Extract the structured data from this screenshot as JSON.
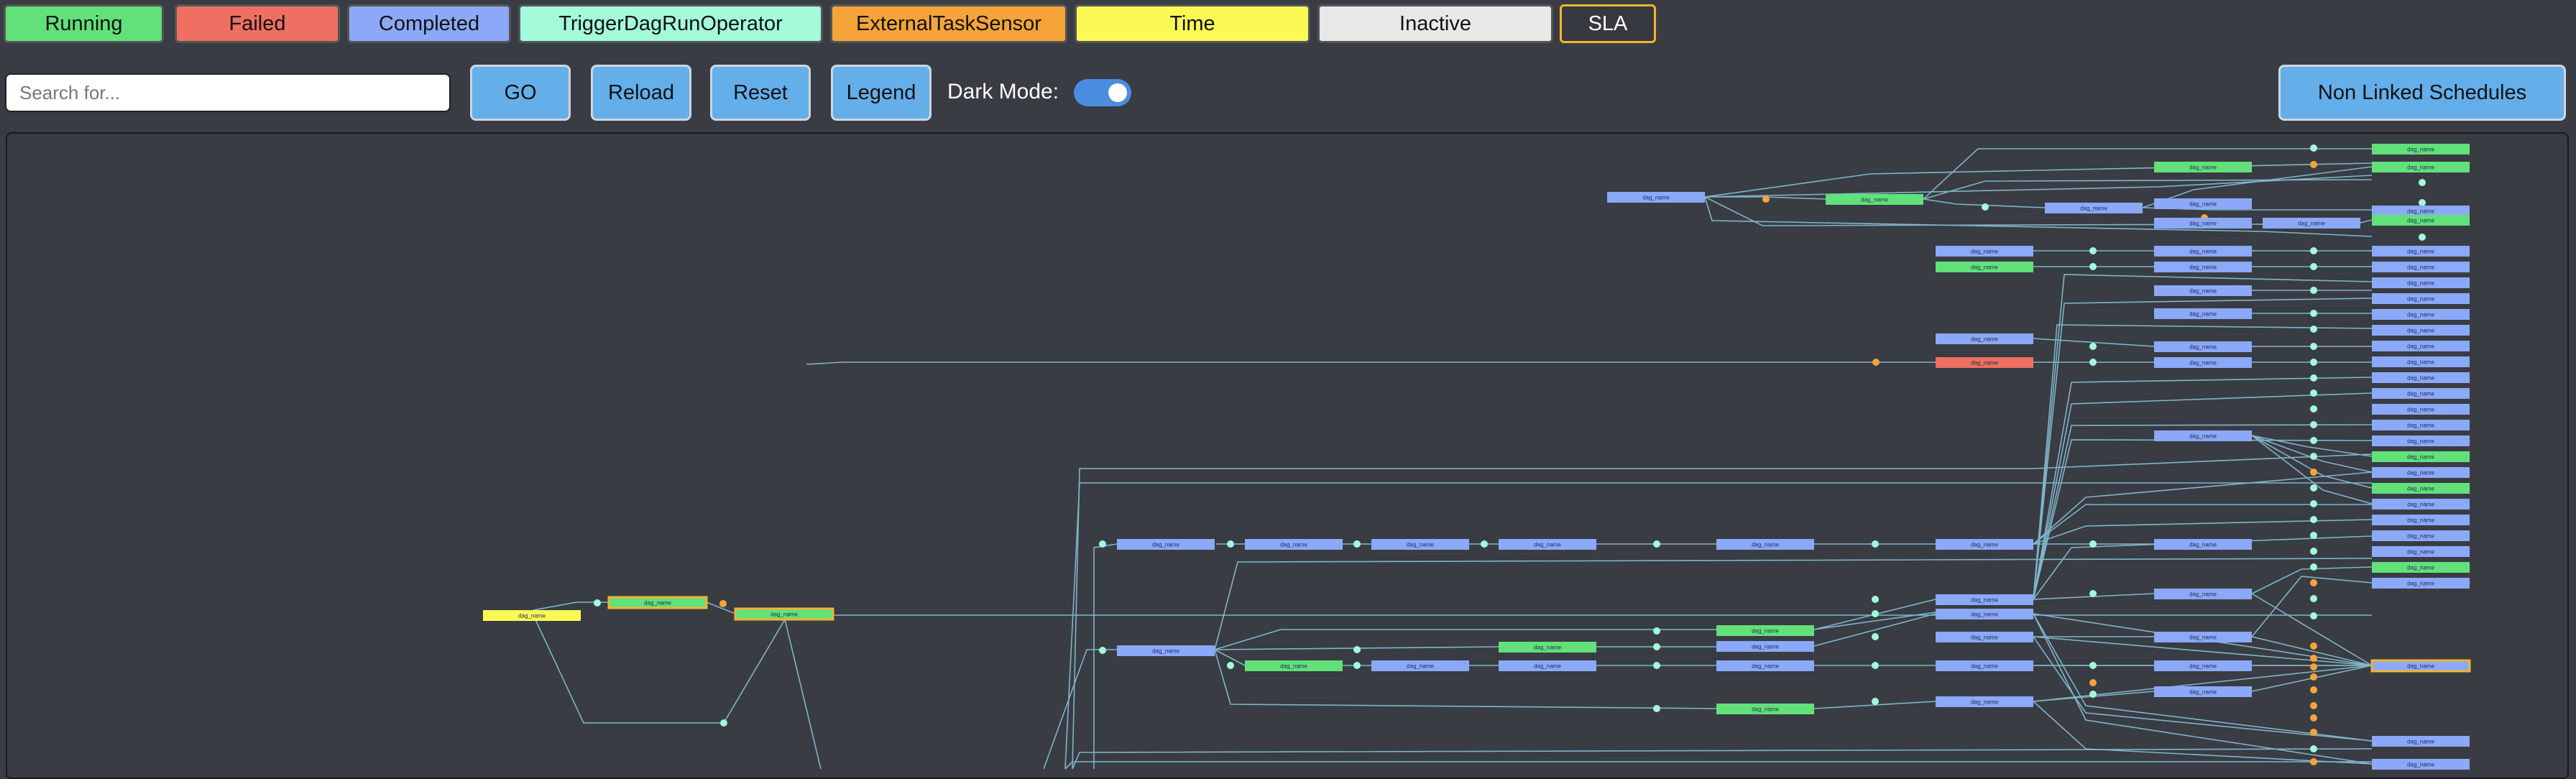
{
  "legend": {
    "items": [
      {
        "label": "Running",
        "color": "#62e07a"
      },
      {
        "label": "Failed",
        "color": "#ef6f63"
      },
      {
        "label": "Completed",
        "color": "#8ca8f8"
      },
      {
        "label": "TriggerDagRunOperator",
        "color": "#a3fbd9"
      },
      {
        "label": "ExternalTaskSensor",
        "color": "#f6a43a"
      },
      {
        "label": "Time",
        "color": "#fbfa55"
      },
      {
        "label": "Inactive",
        "color": "#e8e8e8"
      },
      {
        "label": "SLA",
        "color": "#36393f"
      }
    ]
  },
  "toolbar": {
    "search_placeholder": "Search for...",
    "go_label": "GO",
    "reload_label": "Reload",
    "reset_label": "Reset",
    "legend_label": "Legend",
    "dark_mode_label": "Dark Mode:",
    "dark_mode_on": true,
    "non_linked_label": "Non Linked Schedules"
  },
  "graph": {
    "node_label": "dag_name",
    "colors": {
      "running": "#62e07a",
      "failed": "#ef6f63",
      "completed": "#8ca8f8",
      "trigger": "#a3fbd9",
      "sensor": "#f6a43a",
      "time": "#fbfa55",
      "sla_border": "#f1b531",
      "edge": "#7fb5c9"
    }
  }
}
